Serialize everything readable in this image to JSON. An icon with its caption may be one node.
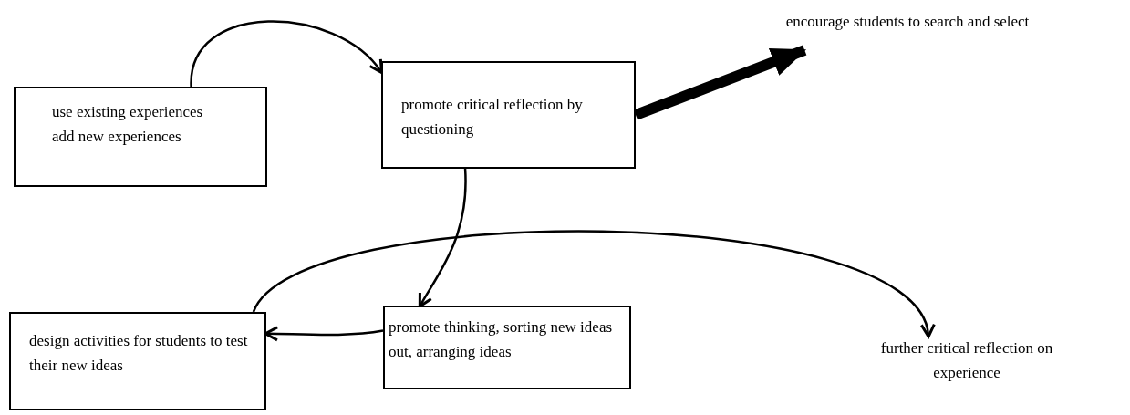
{
  "diagram": {
    "nodes": [
      {
        "text": [
          "use existing experiences",
          "add new experiences"
        ]
      },
      {
        "text": [
          "promote critical reflection by questioning"
        ]
      },
      {
        "text": [
          "encourage students to search and select"
        ]
      },
      {
        "text": [
          "promote thinking,  sorting new ideas out,  arranging ideas"
        ]
      },
      {
        "text": [
          "design activities for students to test their new ideas"
        ]
      },
      {
        "text": [
          "further critical reflection on experience"
        ]
      }
    ],
    "edges": [
      {
        "from": 0,
        "to": 1,
        "arrow": "to"
      },
      {
        "from": 1,
        "to": 2,
        "arrow": "to",
        "style": "thick"
      },
      {
        "from": 1,
        "to": 3,
        "arrow": "to"
      },
      {
        "from": 3,
        "to": 4,
        "arrow": "to"
      },
      {
        "from": 4,
        "to": 5,
        "arrow": "to"
      }
    ]
  }
}
